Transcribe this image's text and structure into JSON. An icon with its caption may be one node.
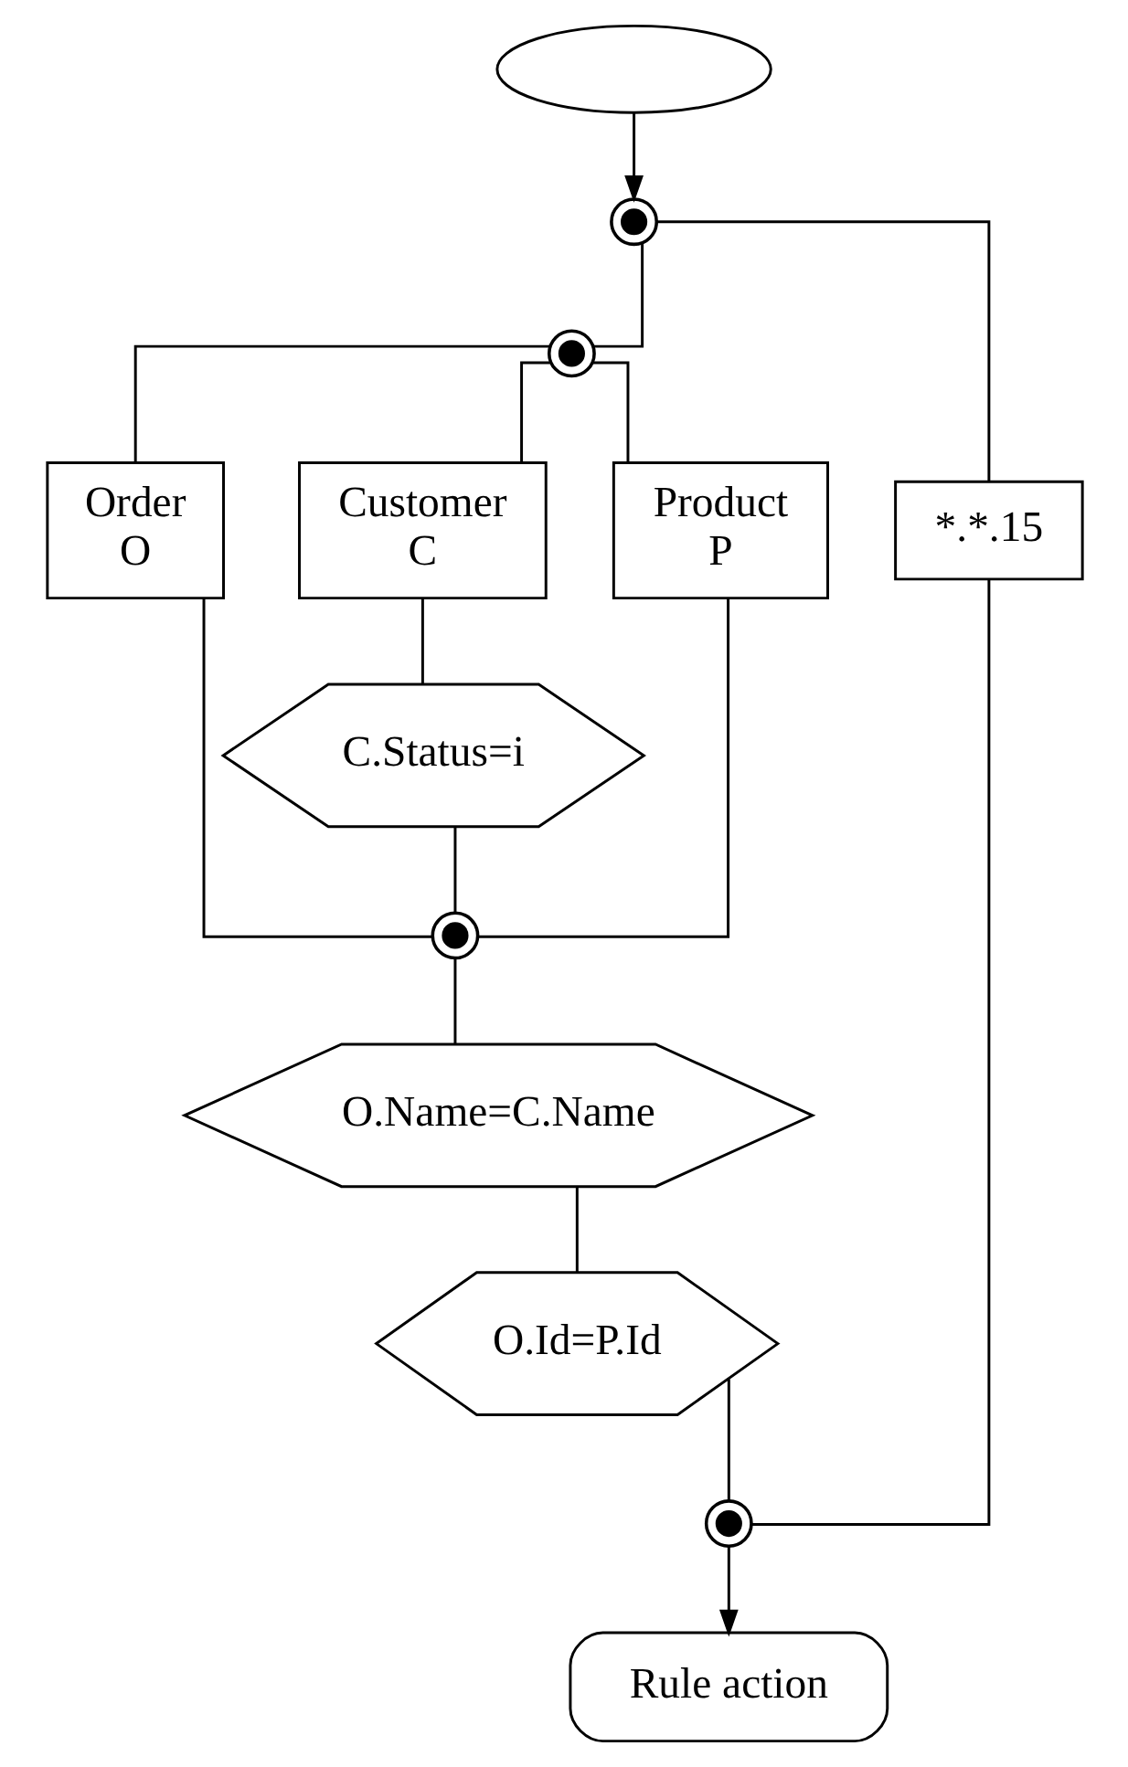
{
  "diagram": {
    "nodes": [
      {
        "text": [],
        "shape": "ellipse"
      },
      {
        "text": [],
        "shape": "circle"
      },
      {
        "text": [],
        "shape": "circle"
      },
      {
        "text": [
          "*.*.15"
        ]
      },
      {
        "text": [
          "Order",
          "O"
        ]
      },
      {
        "text": [
          "Customer",
          "C"
        ]
      },
      {
        "text": [
          "Product",
          "P"
        ]
      },
      {
        "text": [
          "C.Status=i"
        ]
      },
      {
        "text": [],
        "shape": "circle"
      },
      {
        "text": [
          "O.Name=C.Name"
        ]
      },
      {
        "text": [
          "O.Id=P.Id"
        ]
      },
      {
        "text": [],
        "shape": "circle"
      },
      {
        "text": [
          "Rule action"
        ]
      }
    ],
    "edges": [
      {
        "from": 0,
        "to": 1,
        "arrow": "to"
      },
      {
        "from": 1,
        "to": 3,
        "arrow": "none"
      },
      {
        "from": 1,
        "to": 2,
        "arrow": "none"
      },
      {
        "from": 2,
        "to": 4,
        "arrow": "none"
      },
      {
        "from": 2,
        "to": 5,
        "arrow": "none"
      },
      {
        "from": 2,
        "to": 6,
        "arrow": "none"
      },
      {
        "from": 5,
        "to": 7,
        "arrow": "none"
      },
      {
        "from": 4,
        "to": 8,
        "arrow": "none"
      },
      {
        "from": 7,
        "to": 8,
        "arrow": "none"
      },
      {
        "from": 6,
        "to": 8,
        "arrow": "none"
      },
      {
        "from": 8,
        "to": 9,
        "arrow": "none"
      },
      {
        "from": 9,
        "to": 10,
        "arrow": "none"
      },
      {
        "from": 3,
        "to": 11,
        "arrow": "none"
      },
      {
        "from": 10,
        "to": 11,
        "arrow": "none"
      },
      {
        "from": 11,
        "to": 12,
        "arrow": "to"
      }
    ]
  }
}
